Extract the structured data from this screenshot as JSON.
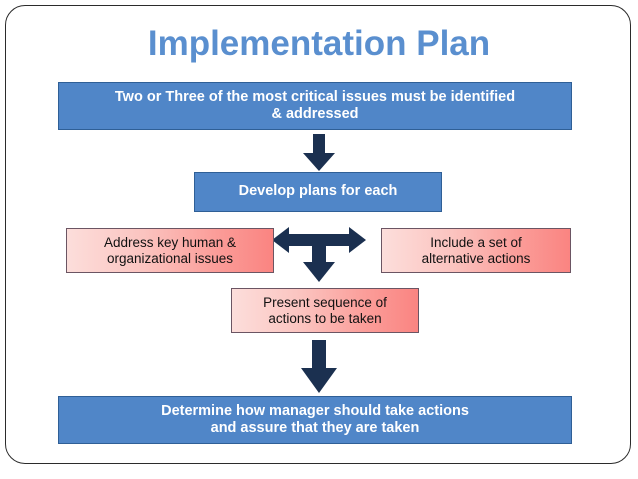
{
  "slide": {
    "title": "Implementation Plan",
    "title_color": "#5a8fcf",
    "background_color": "#ffffff",
    "frame_border_color": "#2b2b2b"
  },
  "palette": {
    "blue_fill": "#5086c8",
    "blue_border": "#2f5f96",
    "blue_text": "#ffffff",
    "pink_gradient_start": "#fcdedb",
    "pink_gradient_end": "#fa8481",
    "pink_border": "#6b5563",
    "pink_text": "#111111",
    "arrow_color": "#1b3050"
  },
  "flow": {
    "nodes": [
      {
        "id": "critical-issues",
        "label": "Two or Three of the most critical issues must be identified\n& addressed",
        "style": "blue"
      },
      {
        "id": "develop-plans",
        "label": "Develop plans for each",
        "style": "blue"
      },
      {
        "id": "address-human-issues",
        "label": "Address key human &\norganizational issues",
        "style": "pink"
      },
      {
        "id": "alternative-actions",
        "label": "Include a set of\nalternative actions",
        "style": "pink"
      },
      {
        "id": "present-sequence",
        "label": "Present sequence of\nactions to be taken",
        "style": "pink"
      },
      {
        "id": "determine-actions",
        "label": "Determine how manager should take actions\nand assure that they are taken",
        "style": "blue"
      }
    ],
    "connectors": [
      {
        "id": "arrow-down-1",
        "icon": "arrow-down-icon",
        "from": "critical-issues",
        "to": "develop-plans"
      },
      {
        "id": "arrow-tri-split",
        "icon": "arrow-tri-split-icon",
        "from": "develop-plans",
        "to": "address-human-issues, alternative-actions, present-sequence"
      },
      {
        "id": "arrow-down-2",
        "icon": "arrow-down-icon",
        "from": "present-sequence",
        "to": "determine-actions"
      }
    ]
  }
}
